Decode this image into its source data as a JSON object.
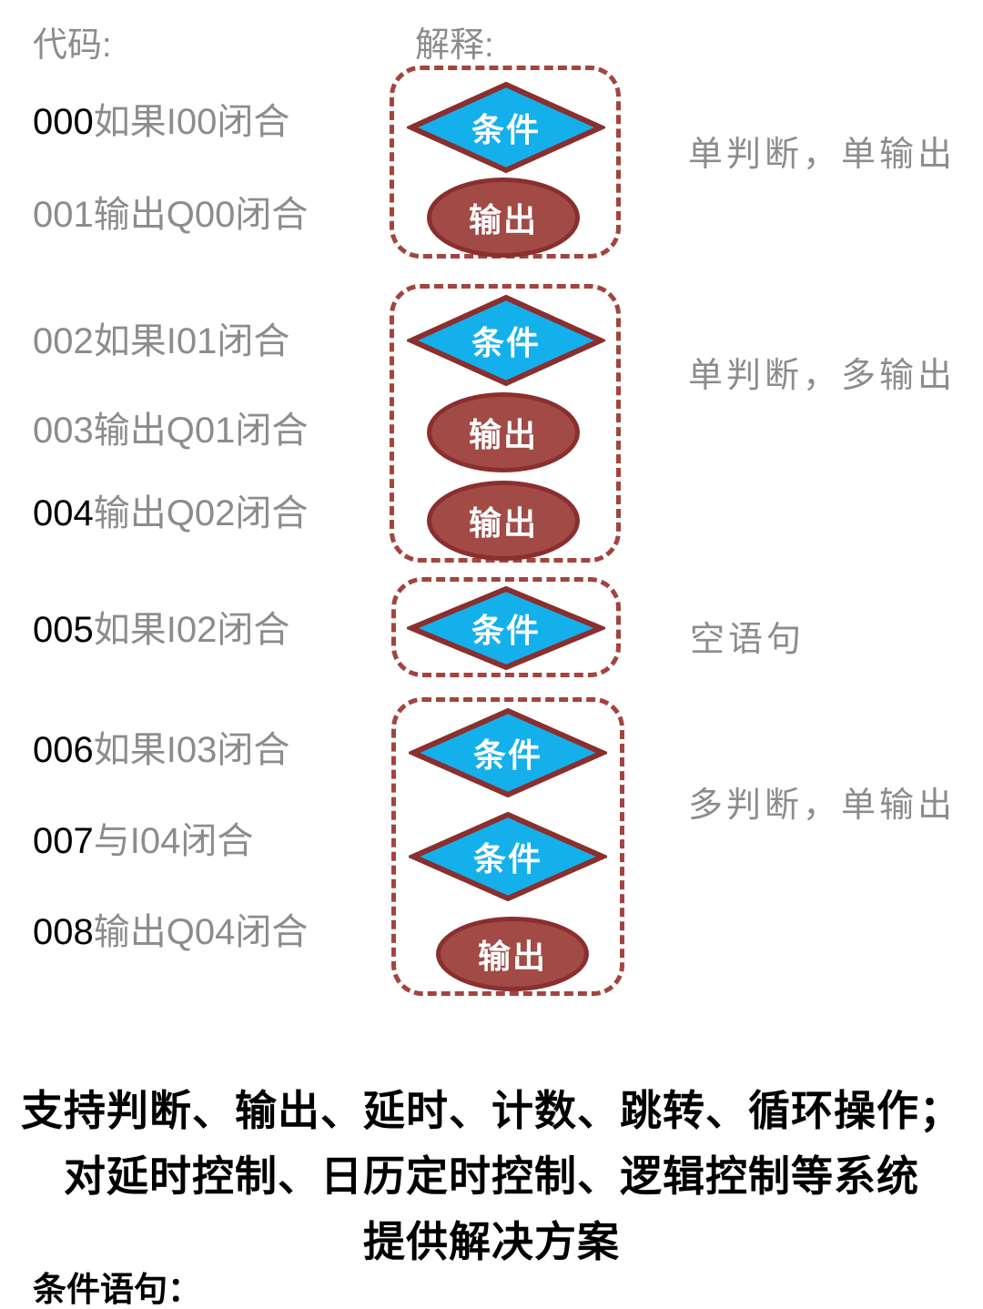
{
  "colors": {
    "bg": "#ffffff",
    "gray": "#8c8c8c",
    "black": "#000000",
    "white": "#ffffff",
    "blueFill": "#14b0ec",
    "shapeStroke": "#8a2f2e",
    "ellipseFill": "#a14a46",
    "boxBorder": "#a3443e"
  },
  "headers": {
    "code": "代码:",
    "explain": "解释:"
  },
  "code_lines": [
    {
      "num": "000",
      "text": "如果I00闭合",
      "num_color": "#000000"
    },
    {
      "num": "001",
      "text": "输出Q00闭合",
      "num_color": "#8c8c8c"
    },
    {
      "num": "002",
      "text": "如果I01闭合",
      "num_color": "#8c8c8c"
    },
    {
      "num": "003",
      "text": "输出Q01闭合",
      "num_color": "#8c8c8c"
    },
    {
      "num": "004",
      "text": "输出Q02闭合",
      "num_color": "#000000"
    },
    {
      "num": "005",
      "text": "如果I02闭合",
      "num_color": "#000000"
    },
    {
      "num": "006",
      "text": "如果I03闭合",
      "num_color": "#000000"
    },
    {
      "num": "007",
      "text": "与I04闭合",
      "num_color": "#000000"
    },
    {
      "num": "008",
      "text": "输出Q04闭合",
      "num_color": "#000000"
    }
  ],
  "shape_labels": {
    "condition": "条件",
    "output": "输出"
  },
  "groups": [
    {
      "label": "单判断，单输出"
    },
    {
      "label": "单判断，多输出"
    },
    {
      "label": "空语句"
    },
    {
      "label": "多判断，单输出"
    }
  ],
  "footer": {
    "line1": "支持判断、输出、延时、计数、跳转、循环操作；",
    "line2": "对延时控制、日历定时控制、逻辑控制等系统",
    "line3": "提供解决方案",
    "section": "条件语句："
  }
}
